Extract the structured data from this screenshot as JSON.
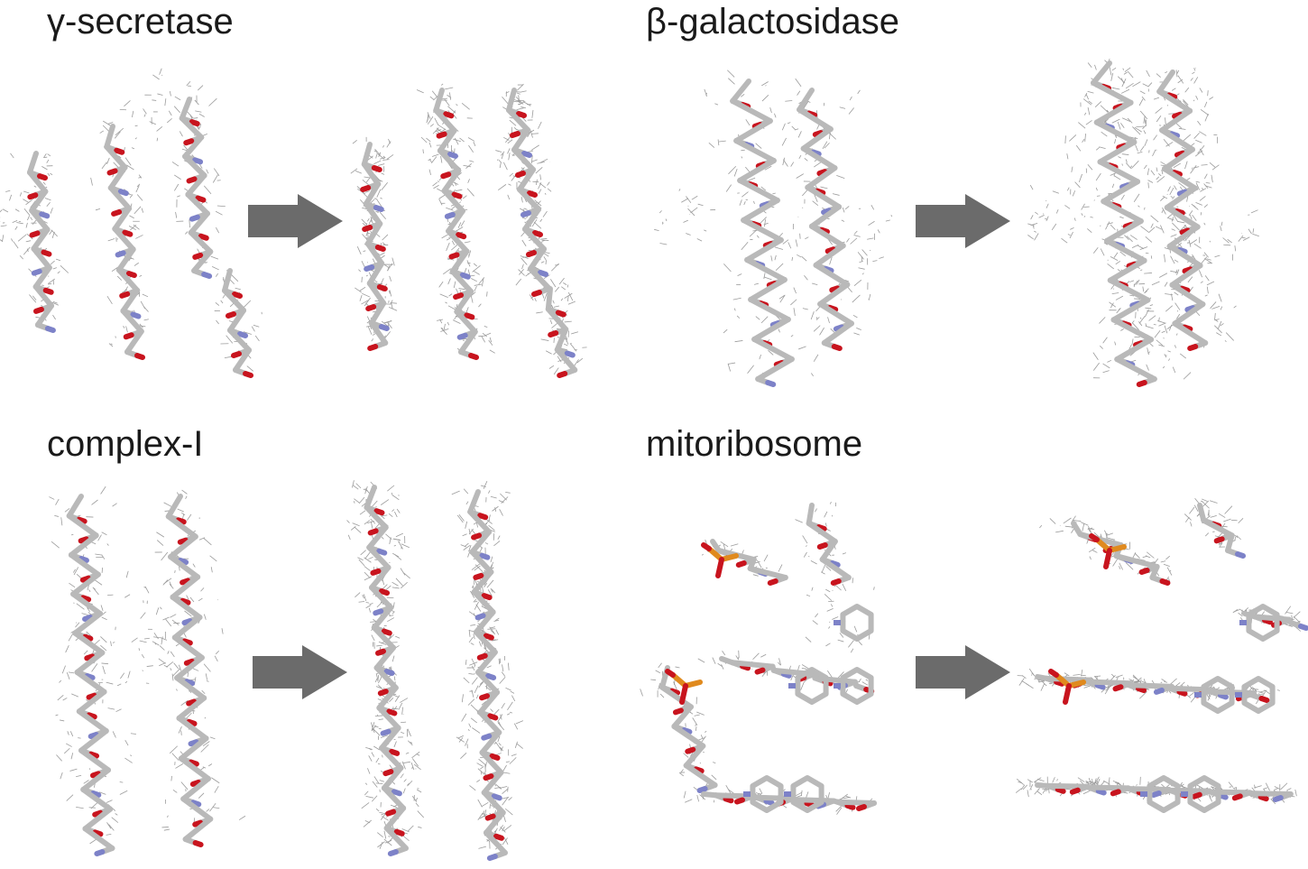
{
  "panels": [
    {
      "title": "γ-secretase"
    },
    {
      "title": "β-galactosidase"
    },
    {
      "title": "complex-I"
    },
    {
      "title": "mitoribosome"
    }
  ],
  "colors": {
    "arrow": "#6b6b6b",
    "mesh": "#8a8a8a",
    "carbon": "#b9b9b9",
    "oxygen": "#c8141e",
    "nitrogen": "#7d82c8",
    "phosphorus": "#e08a1e"
  }
}
